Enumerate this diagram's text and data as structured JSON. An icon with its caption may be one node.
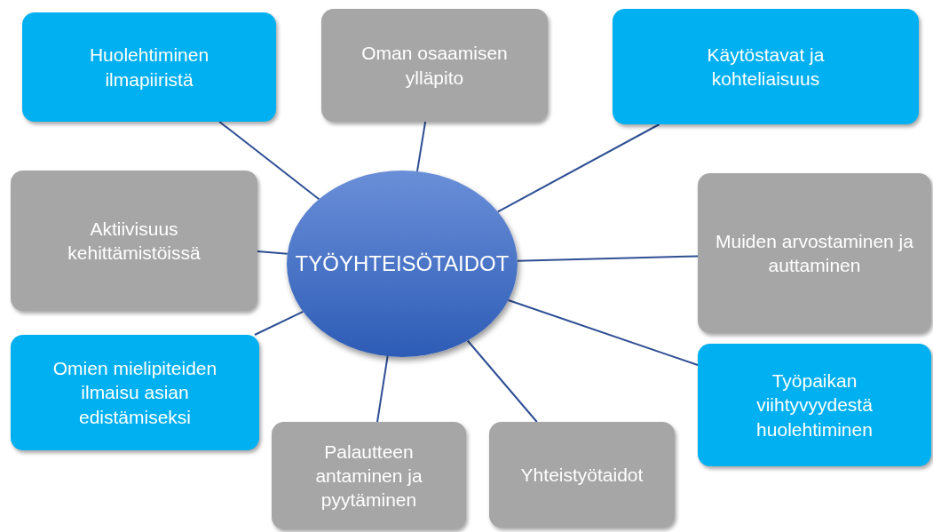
{
  "diagram": {
    "nodes": [
      {
        "text": [
          "TYÖYHTEISÖTAIDOT"
        ]
      },
      {
        "text": [
          "Huolehtiminen ilmapiiristä"
        ]
      },
      {
        "text": [
          "Oman osaamisen ylläpito"
        ]
      },
      {
        "text": [
          "Käytöstavat ja kohteliaisuus"
        ]
      },
      {
        "text": [
          "Aktiivisuus kehittämistöissä"
        ]
      },
      {
        "text": [
          "Muiden arvostaminen ja auttaminen"
        ]
      },
      {
        "text": [
          "Omien mielipiteiden ilmaisu asian edistämiseksi"
        ]
      },
      {
        "text": [
          "Työpaikan viihtyvyydestä huolehtiminen"
        ]
      },
      {
        "text": [
          "Palautteen antaminen ja pyytäminen"
        ]
      },
      {
        "text": [
          "Yhteistyötaidot"
        ]
      }
    ],
    "edges": [
      {
        "from": 0,
        "to": 1,
        "arrow": "none"
      },
      {
        "from": 0,
        "to": 2,
        "arrow": "none"
      },
      {
        "from": 0,
        "to": 3,
        "arrow": "none"
      },
      {
        "from": 0,
        "to": 4,
        "arrow": "none"
      },
      {
        "from": 0,
        "to": 5,
        "arrow": "none"
      },
      {
        "from": 0,
        "to": 6,
        "arrow": "none"
      },
      {
        "from": 0,
        "to": 7,
        "arrow": "none"
      },
      {
        "from": 0,
        "to": 8,
        "arrow": "none"
      },
      {
        "from": 0,
        "to": 9,
        "arrow": "none"
      }
    ]
  }
}
